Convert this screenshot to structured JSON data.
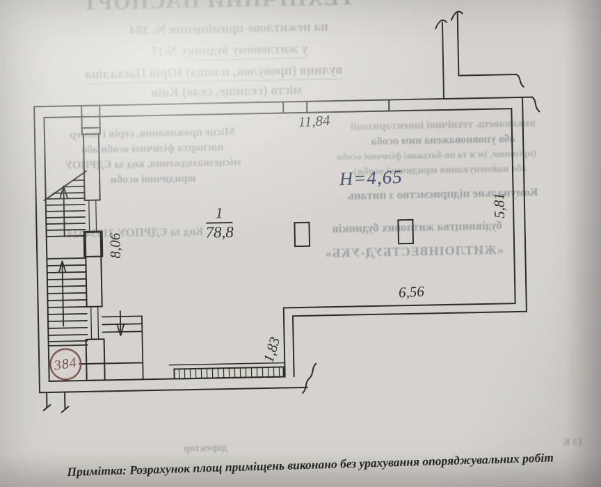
{
  "plan": {
    "dimensions": {
      "top_width": "11,84",
      "left_height": "8,06",
      "right_height": "5,81",
      "bottom_step_width": "6,56",
      "bottom_step_height": "1,83"
    },
    "room": {
      "number": "1",
      "area": "78,8"
    },
    "ceiling_height": "H=4,65",
    "unit_number": "384"
  },
  "note": "Примітка: Розрахунок площ приміщень виконано без урахування опоряджувальних робіт",
  "bleed_through": {
    "title": "ТЕХНІЧНИЙ ПАСПОРТ",
    "line1": "на нежитлове приміщення № 384",
    "line2": "у житловому будинку №17",
    "line3": "вулиця (провулок, площа) Юрія Пасхаліна",
    "line4": "місто (селище, село) Київ",
    "left_block": [
      "Місце проживання, серія і номер",
      "паспорта фізичної особи або",
      "місцезнаходження, код за ЄДРПОУ",
      "юридичної особи"
    ],
    "left_code": "Код за ЄДРПОУ 21954024",
    "right_block": [
      "виконавець технічної інвентаризації",
      "або уповноважена ним особа",
      "(прізвище, ім'я та по-батькові фізичної особи",
      "або найменування юридичної особи)",
      "Комунальне підприємство з питань"
    ],
    "right_line5": "будівництва житлових будинків",
    "right_line6": "«ЖИТЛОІНВЕСТБУД-УКБ»",
    "bottom_fragments": [
      "директор",
      "13 К"
    ]
  },
  "colors": {
    "paper": "#d6d3ce",
    "ink": "#2b2b2b",
    "blue_ink": "#3d4a6e",
    "red_ink": "#7a4f4a",
    "bleed_ink": "rgba(72,80,97,0.4)"
  }
}
